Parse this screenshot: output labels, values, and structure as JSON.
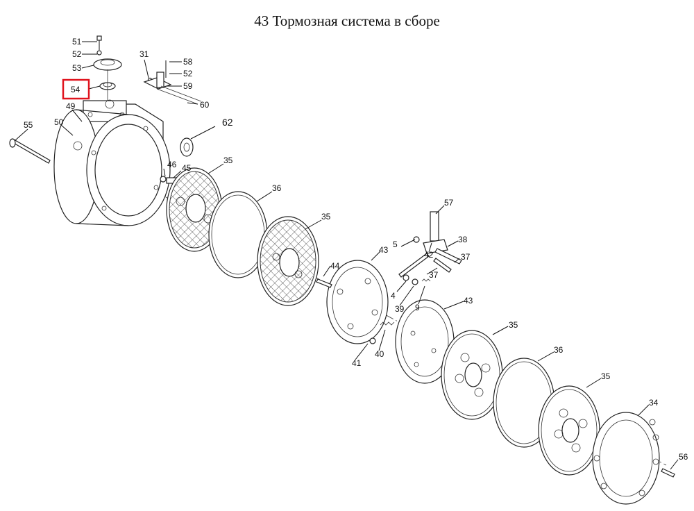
{
  "title": "43 Тормозная система в сборе",
  "highlight_color": "#e0141e",
  "highlighted_callout": "54",
  "callouts": [
    {
      "id": "c51",
      "text": "51"
    },
    {
      "id": "c52a",
      "text": "52"
    },
    {
      "id": "c53",
      "text": "53"
    },
    {
      "id": "c54",
      "text": "54"
    },
    {
      "id": "c31",
      "text": "31"
    },
    {
      "id": "c58",
      "text": "58"
    },
    {
      "id": "c52b",
      "text": "52"
    },
    {
      "id": "c59",
      "text": "59"
    },
    {
      "id": "c60",
      "text": "60"
    },
    {
      "id": "c49",
      "text": "49"
    },
    {
      "id": "c55",
      "text": "55"
    },
    {
      "id": "c50",
      "text": "50"
    },
    {
      "id": "c62",
      "text": "62"
    },
    {
      "id": "c46",
      "text": "46"
    },
    {
      "id": "c45",
      "text": "45"
    },
    {
      "id": "c35a",
      "text": "35"
    },
    {
      "id": "c36a",
      "text": "36"
    },
    {
      "id": "c35b",
      "text": "35"
    },
    {
      "id": "c57",
      "text": "57"
    },
    {
      "id": "c5",
      "text": "5"
    },
    {
      "id": "c42",
      "text": "42"
    },
    {
      "id": "c38",
      "text": "38"
    },
    {
      "id": "c37a",
      "text": "37"
    },
    {
      "id": "c43a",
      "text": "43"
    },
    {
      "id": "c44",
      "text": "44"
    },
    {
      "id": "c37b",
      "text": "37"
    },
    {
      "id": "c4",
      "text": "4"
    },
    {
      "id": "c39",
      "text": "39"
    },
    {
      "id": "c9",
      "text": "9"
    },
    {
      "id": "c43b",
      "text": "43"
    },
    {
      "id": "c35c",
      "text": "35"
    },
    {
      "id": "c41",
      "text": "41"
    },
    {
      "id": "c40",
      "text": "40"
    },
    {
      "id": "c36b",
      "text": "36"
    },
    {
      "id": "c35d",
      "text": "35"
    },
    {
      "id": "c34",
      "text": "34"
    },
    {
      "id": "c56",
      "text": "56"
    }
  ]
}
